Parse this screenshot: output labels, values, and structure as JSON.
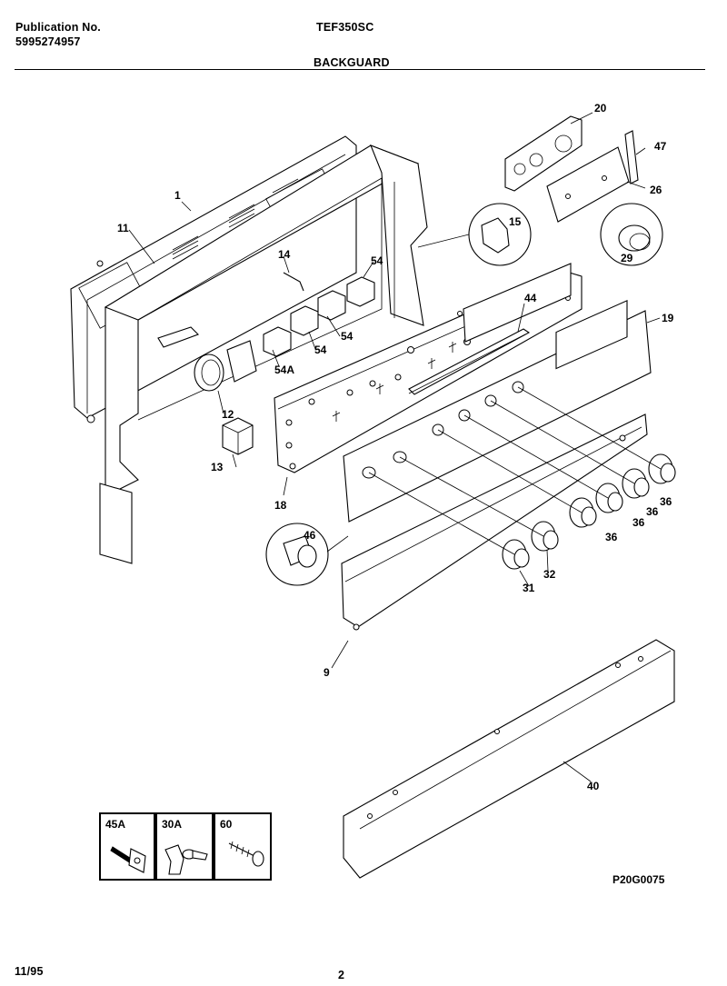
{
  "header": {
    "publication_label": "Publication No.",
    "publication_number": "5995274957",
    "model": "TEF350SC",
    "section": "BACKGUARD"
  },
  "callouts": [
    {
      "id": "1",
      "text": "1"
    },
    {
      "id": "11",
      "text": "11"
    },
    {
      "id": "14",
      "text": "14"
    },
    {
      "id": "54-top",
      "text": "54"
    },
    {
      "id": "15",
      "text": "15"
    },
    {
      "id": "20",
      "text": "20"
    },
    {
      "id": "47",
      "text": "47"
    },
    {
      "id": "26",
      "text": "26"
    },
    {
      "id": "29",
      "text": "29"
    },
    {
      "id": "44",
      "text": "44"
    },
    {
      "id": "19",
      "text": "19"
    },
    {
      "id": "54-mid",
      "text": "54"
    },
    {
      "id": "54-low",
      "text": "54"
    },
    {
      "id": "54A",
      "text": "54A"
    },
    {
      "id": "12",
      "text": "12"
    },
    {
      "id": "13",
      "text": "13"
    },
    {
      "id": "18",
      "text": "18"
    },
    {
      "id": "46",
      "text": "46"
    },
    {
      "id": "36-a",
      "text": "36"
    },
    {
      "id": "36-b",
      "text": "36"
    },
    {
      "id": "36-c",
      "text": "36"
    },
    {
      "id": "36-d",
      "text": "36"
    },
    {
      "id": "32",
      "text": "32"
    },
    {
      "id": "31",
      "text": "31"
    },
    {
      "id": "9",
      "text": "9"
    },
    {
      "id": "40",
      "text": "40"
    }
  ],
  "hardware_boxes": [
    {
      "label": "45A",
      "icon": "screw-with-clip-icon"
    },
    {
      "label": "30A",
      "icon": "spring-clip-icon"
    },
    {
      "label": "60",
      "icon": "screw-icon"
    }
  ],
  "figure_code": "P20G0075",
  "footer": {
    "date": "11/95",
    "page": "2"
  }
}
